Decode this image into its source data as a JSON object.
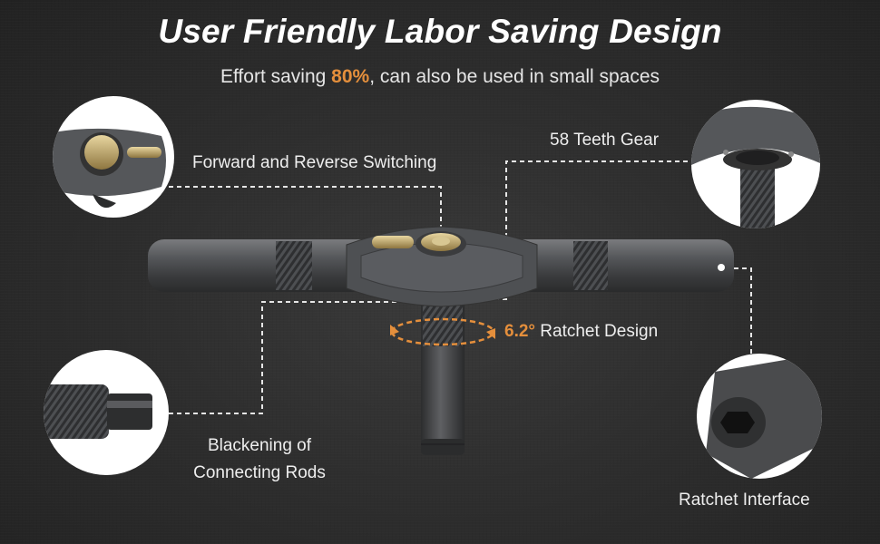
{
  "header": {
    "title": "User Friendly Labor Saving Design",
    "subtitle_before": "Effort saving ",
    "subtitle_accent": "80%",
    "subtitle_after": ", can also be used in small spaces"
  },
  "callouts": {
    "forward_reverse": "Forward and Reverse Switching",
    "teeth_gear": "58 Teeth Gear",
    "ratchet_design_accent": "6.2°",
    "ratchet_design_rest": " Ratchet Design",
    "blackening_line1": "Blackening of",
    "blackening_line2": "Connecting Rods",
    "ratchet_interface": "Ratchet Interface"
  },
  "colors": {
    "accent": "#e58f3c",
    "background": "#2e2e2e",
    "tool_body": "#4a4b4d",
    "brass": "#c9b27a"
  },
  "icons": [
    "rotation-arrows-icon"
  ]
}
